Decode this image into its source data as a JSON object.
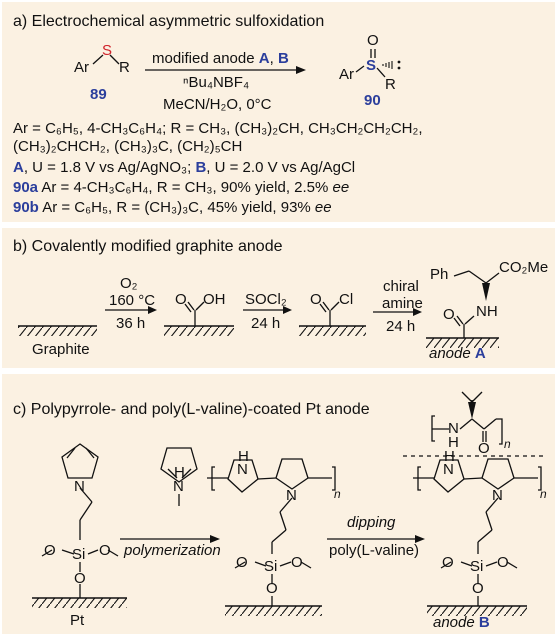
{
  "panel_a": {
    "title": "a) Electrochemical asymmetric sulfoxidation",
    "reactant": {
      "ar": "Ar",
      "s": "S",
      "r": "R",
      "number": "89"
    },
    "conditions": {
      "line1_prefix": "modified anode ",
      "a": "A",
      "comma": ", ",
      "b": "B",
      "line2": "ⁿBu₄NBF₄",
      "line3": "MeCN/H₂O, 0°C"
    },
    "product": {
      "o": "O",
      "ar": "Ar",
      "s": "S",
      "r": "R",
      "number": "90"
    },
    "sub_line1": "Ar = C₆H₅, 4-CH₃C₆H₄; R = CH₃, (CH₃)₂CH, CH₃CH₂CH₂CH₂,",
    "sub_line2": "(CH₃)₂CHCH₂, (CH₃)₃C, (CH₂)₅CH",
    "voltage_line": {
      "a": "A",
      "a_text": ", U = 1.8 V vs Ag/AgNO₃; ",
      "b": "B",
      "b_text": ", U = 2.0 V vs Ag/AgCl"
    },
    "result_a": {
      "label": "90a",
      "text": " Ar = 4-CH₃C₆H₄, R = CH₃, 90% yield, 2.5% ",
      "ee": "ee"
    },
    "result_b": {
      "label": "90b",
      "text": " Ar = C₆H₅, R = (CH₃)₃C, 45% yield, 93% ",
      "ee": "ee"
    }
  },
  "panel_b": {
    "title": "b) Covalently modified graphite anode",
    "step1": {
      "reagent": "O₂",
      "temp": "160 °C",
      "time": "36 h"
    },
    "graphite_label": "Graphite",
    "acid_groups": {
      "o": "O",
      "oh": "OH"
    },
    "step2": {
      "reagent": "SOCl₂",
      "time": "24 h"
    },
    "acyl_groups": {
      "o": "O",
      "cl": "Cl"
    },
    "step3": {
      "line1": "chiral",
      "line2": "amine",
      "time": "24 h"
    },
    "amide_groups": {
      "ph": "Ph",
      "co2me": "CO₂Me",
      "o": "O",
      "nh": "NH"
    },
    "anode_label": {
      "text": "anode ",
      "letter": "A"
    }
  },
  "panel_c": {
    "title": "c) Polypyrrole- and poly(L-valine)-coated Pt anode",
    "pt_label": "Pt",
    "atoms": {
      "n": "N",
      "h": "H",
      "o": "O",
      "si": "Si",
      "n_sub": "n"
    },
    "step1": "polymerization",
    "step2_top": "dipping",
    "step2_bottom": "poly(L-valine)",
    "anode_label": {
      "text": "anode ",
      "letter": "B"
    }
  }
}
